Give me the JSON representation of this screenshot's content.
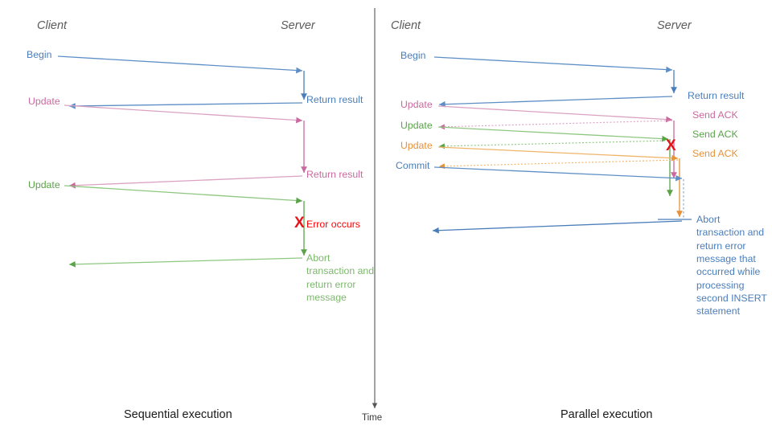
{
  "diagram": {
    "title_left": "Sequential execution",
    "title_right": "Parallel execution",
    "time_axis_label": "Time"
  },
  "colors": {
    "blue": "#4a7ebb",
    "blue_light": "#7aa6d6",
    "pink": "#c9699e",
    "pink_light": "#dba2c2",
    "green": "#5aa349",
    "green_light": "#8dc77f",
    "orange": "#e69138",
    "orange_light": "#f0b469",
    "red": "#e8131a",
    "gray": "#5b5b5b",
    "axis": "#555555"
  },
  "left_panel": {
    "lane_client": "Client",
    "lane_server": "Server",
    "messages": [
      {
        "name": "begin",
        "label": "Begin",
        "color": "blue"
      },
      {
        "name": "return-result-1",
        "label": "Return result",
        "color": "blue"
      },
      {
        "name": "update-1",
        "label": "Update",
        "color": "pink"
      },
      {
        "name": "return-result-2",
        "label": "Return result",
        "color": "pink"
      },
      {
        "name": "update-2",
        "label": "Update",
        "color": "green"
      },
      {
        "name": "error-occurs",
        "label": "Error occurs",
        "color": "red"
      },
      {
        "name": "abort",
        "label": "Abort transaction and return error message",
        "color": "green"
      }
    ],
    "error_marker": "X"
  },
  "right_panel": {
    "lane_client": "Client",
    "lane_server": "Server",
    "messages": [
      {
        "name": "begin",
        "label": "Begin",
        "color": "blue"
      },
      {
        "name": "return-result",
        "label": "Return result",
        "color": "blue"
      },
      {
        "name": "update-1",
        "label": "Update",
        "color": "pink"
      },
      {
        "name": "send-ack-1",
        "label": "Send ACK",
        "color": "pink"
      },
      {
        "name": "update-2",
        "label": "Update",
        "color": "green"
      },
      {
        "name": "send-ack-2",
        "label": "Send ACK",
        "color": "green"
      },
      {
        "name": "update-3",
        "label": "Update",
        "color": "orange"
      },
      {
        "name": "send-ack-3",
        "label": "Send ACK",
        "color": "orange"
      },
      {
        "name": "commit",
        "label": "Commit",
        "color": "blue"
      },
      {
        "name": "abort",
        "label": "Abort transaction and return error message that occurred while processing second INSERT statement",
        "color": "blue"
      }
    ],
    "error_marker": "X"
  }
}
